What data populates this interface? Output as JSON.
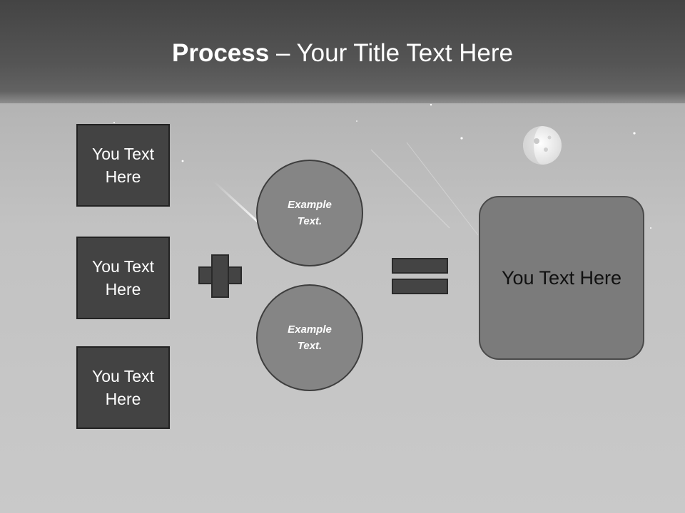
{
  "title": {
    "bold": "Process",
    "rest": " – Your Title Text Here"
  },
  "left_boxes": [
    "You Text Here",
    "You Text Here",
    "You Text Here"
  ],
  "circles": [
    "Example Text.",
    "Example Text."
  ],
  "result": "You Text Here",
  "operators": {
    "plus_icon": "plus-icon",
    "equals_icon": "equals-icon"
  },
  "colors": {
    "header": "#444444",
    "box": "#434343",
    "circle": "#858585",
    "result": "#7b7b7b"
  }
}
